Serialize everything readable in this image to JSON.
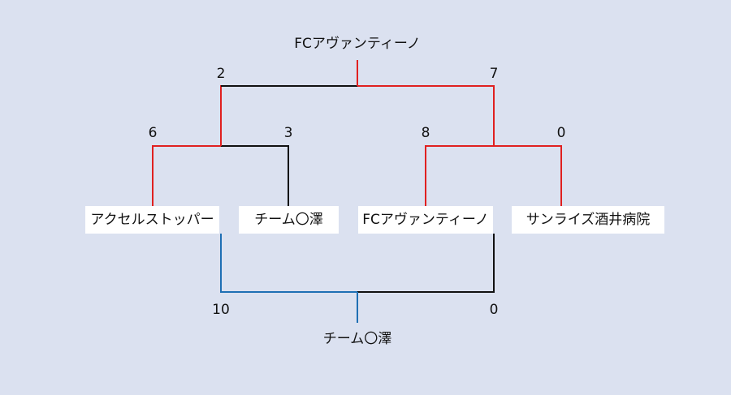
{
  "colors": {
    "background": "#dbe1f0",
    "winner_line": "#e02020",
    "loser_line": "#111111",
    "third_place_winner_line": "#1e6fb4",
    "team_box": "#ffffff"
  },
  "final": {
    "champion": "FCアヴァンティーノ",
    "left_score": "2",
    "right_score": "7"
  },
  "semifinals": [
    {
      "left_score": "6",
      "right_score": "3"
    },
    {
      "left_score": "8",
      "right_score": "0"
    }
  ],
  "teams": [
    "アクセルストッパー",
    "チーム〇澤",
    "FCアヴァンティーノ",
    "サンライズ酒井病院"
  ],
  "third_place": {
    "winner": "チーム〇澤",
    "left_score": "10",
    "right_score": "0"
  }
}
